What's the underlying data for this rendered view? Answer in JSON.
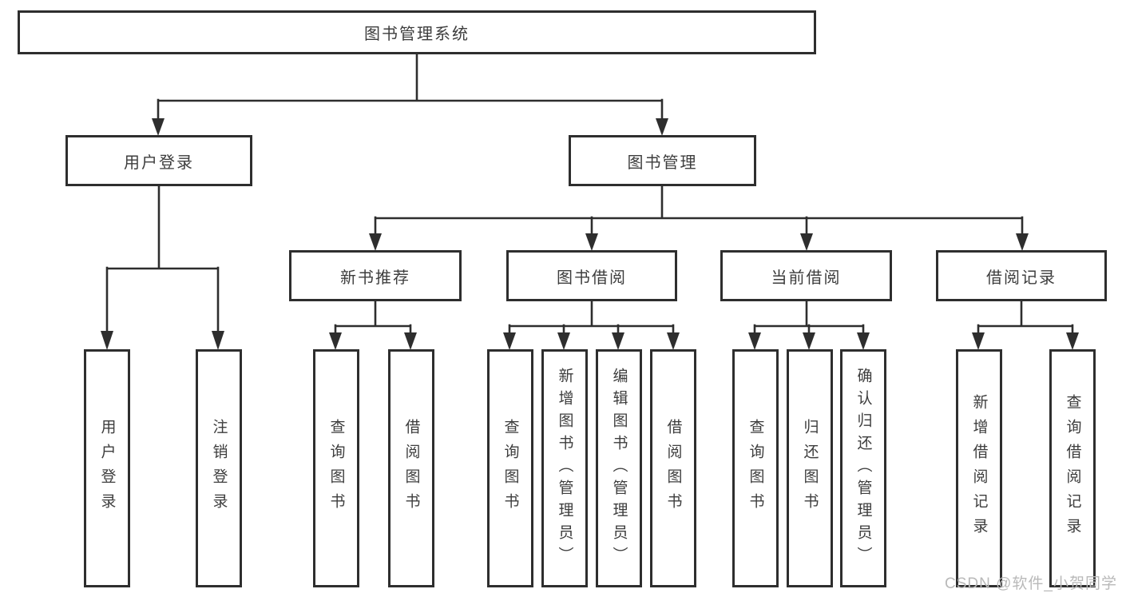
{
  "tree": {
    "label": "图书管理系统",
    "children": [
      {
        "label": "用户登录",
        "children": [
          {
            "label": "用户登录"
          },
          {
            "label": "注销登录"
          }
        ]
      },
      {
        "label": "图书管理",
        "children": [
          {
            "label": "新书推荐",
            "children": [
              {
                "label": "查询图书"
              },
              {
                "label": "借阅图书"
              }
            ]
          },
          {
            "label": "图书借阅",
            "children": [
              {
                "label": "查询图书"
              },
              {
                "label": "新增图书（管理员）"
              },
              {
                "label": "编辑图书（管理员）"
              },
              {
                "label": "借阅图书"
              }
            ]
          },
          {
            "label": "当前借阅",
            "children": [
              {
                "label": "查询图书"
              },
              {
                "label": "归还图书"
              },
              {
                "label": "确认归还（管理员）"
              }
            ]
          },
          {
            "label": "借阅记录",
            "children": [
              {
                "label": "新增借阅记录"
              },
              {
                "label": "查询借阅记录"
              }
            ]
          }
        ]
      }
    ]
  },
  "watermark": {
    "text": "CSDN @软件_小贺同学"
  },
  "colors": {
    "line": "#2e2e2e",
    "text": "#3d3d3d",
    "watermark": "#b9b9b9",
    "background": "#ffffff"
  }
}
